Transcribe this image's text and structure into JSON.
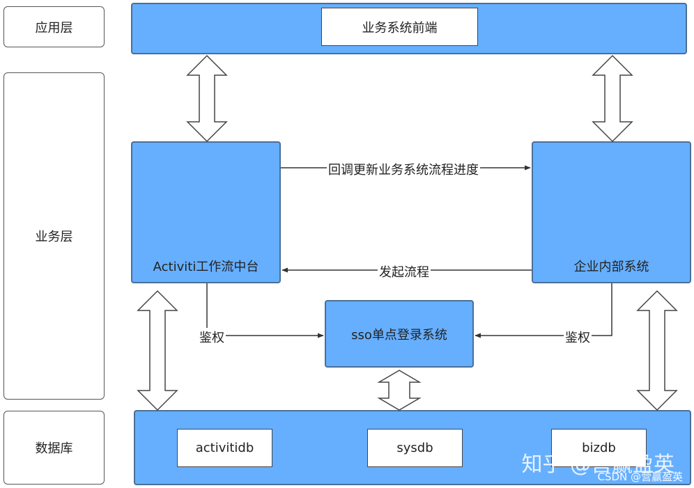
{
  "layers": {
    "app": "应用层",
    "business": "业务层",
    "database": "数据库"
  },
  "frontend": "业务系统前端",
  "activiti": "Activiti工作流中台",
  "enterprise": "企业内部系统",
  "sso": "sso单点登录系统",
  "connectors": {
    "callback": "回调更新业务系统流程进度",
    "start_process": "发起流程",
    "auth_left": "鉴权",
    "auth_right": "鉴权"
  },
  "databases": [
    "activitidb",
    "sysdb",
    "bizdb"
  ],
  "watermark": {
    "main": "知乎 @营赢盈英",
    "sub": "CSDN @营赢盈英"
  },
  "colors": {
    "box_fill": "#66afff",
    "box_border": "#4a6f96"
  }
}
